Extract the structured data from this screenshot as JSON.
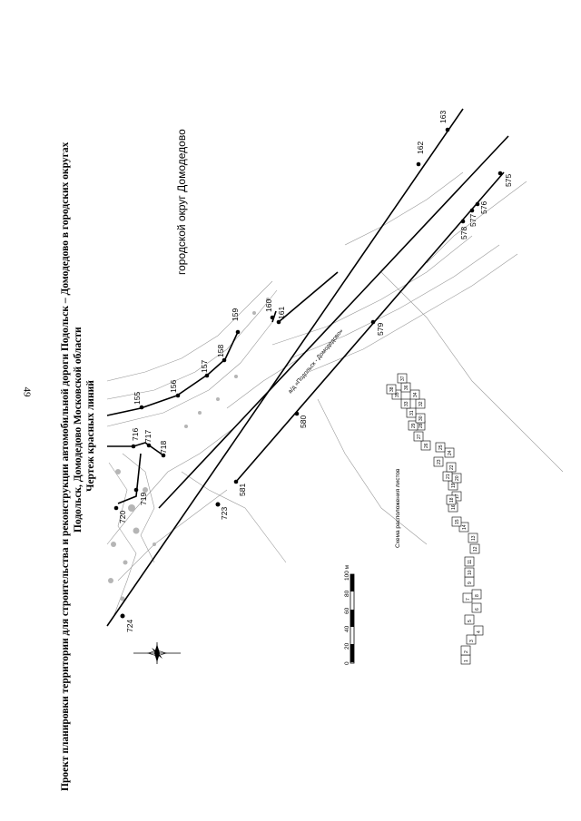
{
  "page_number": "49",
  "title_lines": [
    "Проект планировки территории для строительства и реконструкции автомобильной дороги Подольск – Домодедово в городских округах",
    "Подольск, Домодедово Московской области",
    "Чертеж красных линий"
  ],
  "district_label": "городской округ Домодедово",
  "road_label": "а/д «Подольск - Домодедово»",
  "scheme_title": "Схема расположения листов",
  "scale_bar": {
    "ticks": [
      "0",
      "20",
      "40",
      "60",
      "80",
      "100 м"
    ]
  },
  "points": [
    {
      "id": "724"
    },
    {
      "id": "723"
    },
    {
      "id": "720"
    },
    {
      "id": "719"
    },
    {
      "id": "718"
    },
    {
      "id": "717"
    },
    {
      "id": "716"
    },
    {
      "id": "155"
    },
    {
      "id": "156"
    },
    {
      "id": "157"
    },
    {
      "id": "158"
    },
    {
      "id": "159"
    },
    {
      "id": "160"
    },
    {
      "id": "161"
    },
    {
      "id": "162"
    },
    {
      "id": "163"
    },
    {
      "id": "581"
    },
    {
      "id": "580"
    },
    {
      "id": "579"
    },
    {
      "id": "578"
    },
    {
      "id": "577"
    },
    {
      "id": "576"
    },
    {
      "id": "575"
    }
  ],
  "sheet_index": [
    "1",
    "2",
    "3",
    "4",
    "5",
    "6",
    "7",
    "8",
    "9",
    "10",
    "11",
    "12",
    "13",
    "14",
    "15",
    "16",
    "17",
    "18",
    "19",
    "20",
    "21",
    "22",
    "23",
    "24",
    "25",
    "26",
    "27",
    "28",
    "29",
    "30",
    "31",
    "32",
    "33",
    "34",
    "35",
    "36",
    "37",
    "38"
  ],
  "colors": {
    "ink": "#000000",
    "terrain": "#9a9a9a",
    "paper": "#ffffff"
  }
}
